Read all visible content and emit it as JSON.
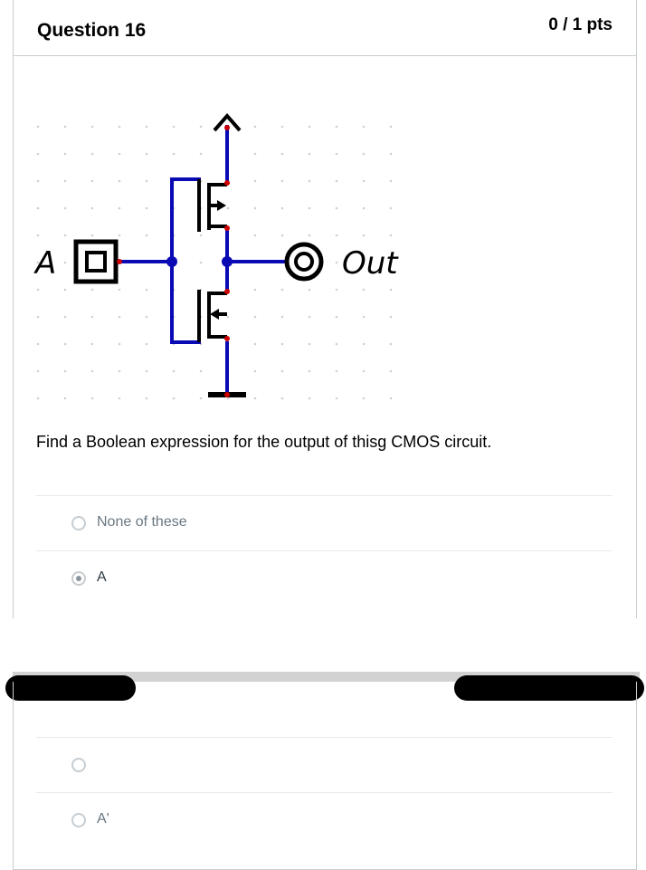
{
  "question": {
    "title": "Question 16",
    "points": "0 / 1 pts",
    "text": "Find a Boolean expression for the output of thisg CMOS circuit."
  },
  "circuit": {
    "input_label": "A",
    "output_label": "Out",
    "wire_color": "#0a0ab5",
    "pin_color": "#cc0000"
  },
  "answers": [
    {
      "label": "None of these",
      "selected": false
    },
    {
      "label": "A",
      "selected": true
    },
    {
      "label": "",
      "selected": false
    },
    {
      "label": "A'",
      "selected": false
    }
  ],
  "colors": {
    "border": "#c7cdd1",
    "text": "#2d3b45",
    "muted": "#6b7780"
  }
}
